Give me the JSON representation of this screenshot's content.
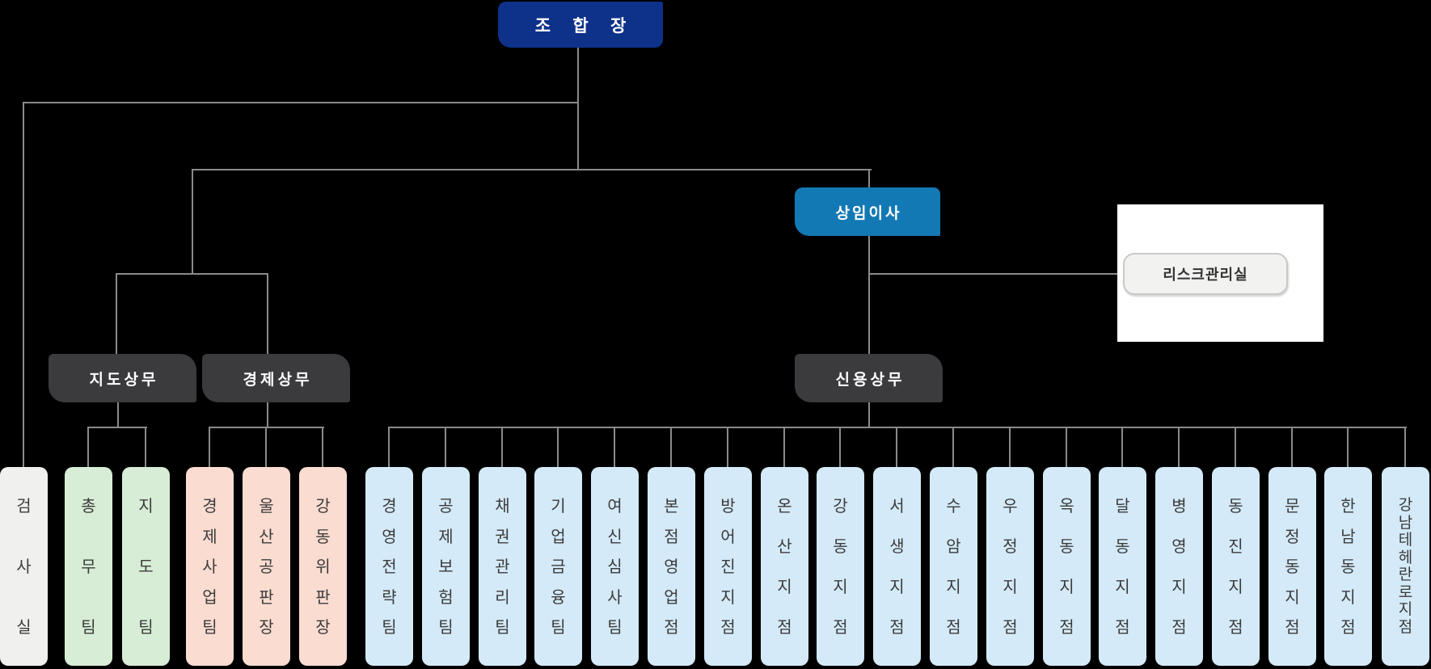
{
  "chart": {
    "chairman": {
      "label": "조 합 장"
    },
    "executive_director": {
      "label": "상임이사"
    },
    "risk_office": {
      "label": "리스크관리실"
    },
    "directors": [
      {
        "label": "지도상무"
      },
      {
        "label": "경제상무"
      },
      {
        "label": "신용상무"
      }
    ],
    "departments": [
      {
        "label": "검사실",
        "group": "audit"
      },
      {
        "label": "총무팀",
        "group": "guidance"
      },
      {
        "label": "지도팀",
        "group": "guidance"
      },
      {
        "label": "경제사업팀",
        "group": "economy"
      },
      {
        "label": "울산공판장",
        "group": "economy"
      },
      {
        "label": "강동위판장",
        "group": "economy"
      },
      {
        "label": "경영전략팀",
        "group": "credit"
      },
      {
        "label": "공제보험팀",
        "group": "credit"
      },
      {
        "label": "채권관리팀",
        "group": "credit"
      },
      {
        "label": "기업금융팀",
        "group": "credit"
      },
      {
        "label": "여신심사팀",
        "group": "credit"
      },
      {
        "label": "본점영업점",
        "group": "credit"
      },
      {
        "label": "방어진지점",
        "group": "credit"
      },
      {
        "label": "온산지점",
        "group": "credit"
      },
      {
        "label": "강동지점",
        "group": "credit"
      },
      {
        "label": "서생지점",
        "group": "credit"
      },
      {
        "label": "수암지점",
        "group": "credit"
      },
      {
        "label": "우정지점",
        "group": "credit"
      },
      {
        "label": "옥동지점",
        "group": "credit"
      },
      {
        "label": "달동지점",
        "group": "credit"
      },
      {
        "label": "병영지점",
        "group": "credit"
      },
      {
        "label": "동진지점",
        "group": "credit"
      },
      {
        "label": "문정동지점",
        "group": "credit"
      },
      {
        "label": "한남동지점",
        "group": "credit"
      },
      {
        "label": "강남테헤란로지점",
        "group": "credit"
      }
    ],
    "colors": {
      "background": "#000000",
      "connector": "#8a8a8a",
      "chairman_bg": "#0e3189",
      "executive_bg": "#1379b4",
      "director_bg": "#3b3b3d",
      "audit_bg": "#f0f0ee",
      "guidance_bg": "#d7edd5",
      "economy_bg": "#fbdcd1",
      "credit_bg": "#d4eaf8",
      "dept_text": "#3b3b3b",
      "risk_panel_bg": "#ffffff",
      "risk_button_bg": "#f2f2f1",
      "light_text": "#ffffff"
    }
  }
}
